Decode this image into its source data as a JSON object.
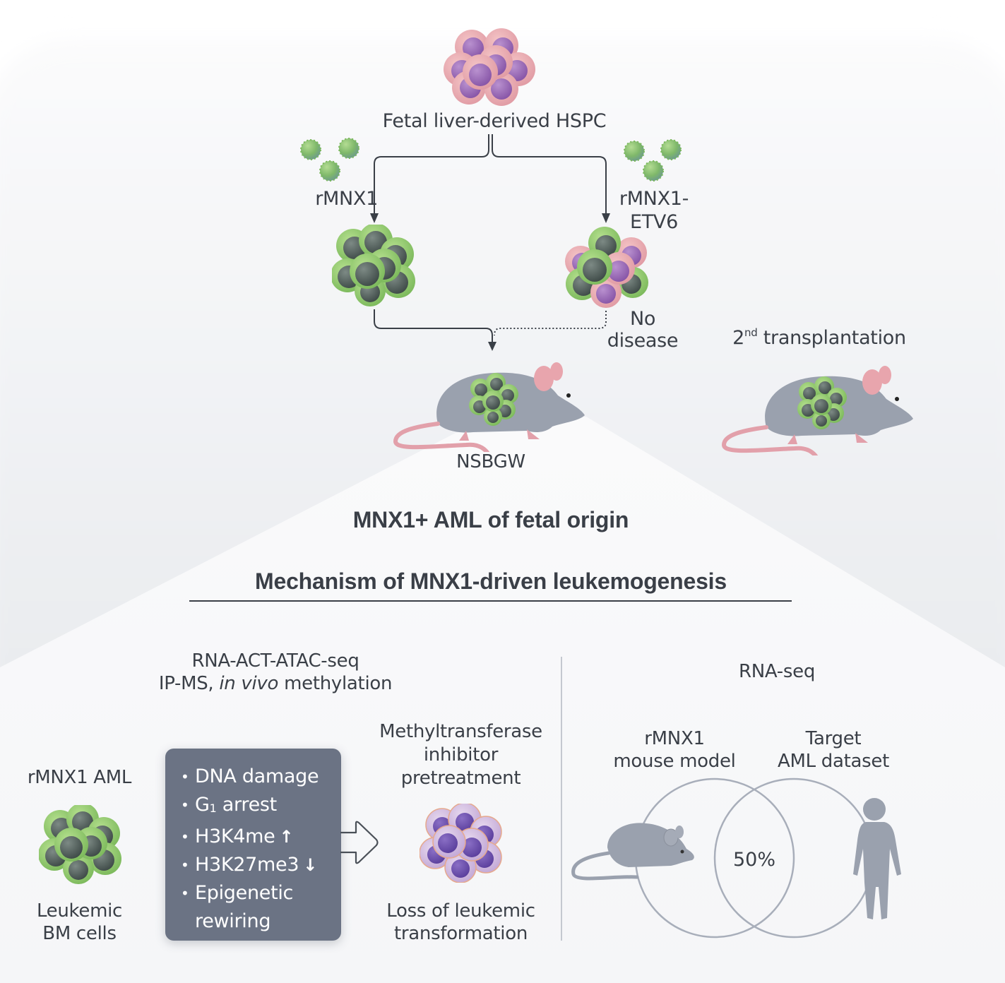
{
  "top": {
    "source_label": "Fetal liver-derived  HSPC",
    "left_vector_label": "rMNX1",
    "right_vector_label_line1": "rMNX1-",
    "right_vector_label_line2": "ETV6",
    "no_disease_line1": "No",
    "no_disease_line2": "disease",
    "recipient_label": "NSBGW",
    "second_transplant_prefix": "2",
    "second_transplant_sup": "nd",
    "second_transplant_text": " transplantation"
  },
  "headline": "MNX1+ AML of fetal origin",
  "section_title": "Mechanism of MNX1-driven leukemogenesis",
  "left_panel": {
    "methods_line1": "RNA-ACT-ATAC-seq",
    "methods_line2_prefix": "IP-MS, ",
    "methods_line2_italic": "in vivo",
    "methods_line2_suffix": " methylation",
    "sample_label": "rMNX1 AML",
    "cells_label_line1": "Leukemic",
    "cells_label_line2": "BM cells",
    "effects": [
      {
        "text": "DNA damage"
      },
      {
        "text_prefix": "G",
        "text_sub": "1",
        "text_suffix": " arrest"
      },
      {
        "text": "H3K4me",
        "direction": "up",
        "arrow": "↑"
      },
      {
        "text": "H3K27me3",
        "direction": "down",
        "arrow": "↓"
      },
      {
        "text": "Epigenetic"
      },
      {
        "text": "rewiring"
      }
    ],
    "treatment_line1": "Methyltransferase",
    "treatment_line2": "inhibitor",
    "treatment_line3": "pretreatment",
    "outcome_line1": "Loss of leukemic",
    "outcome_line2": "transformation"
  },
  "right_panel": {
    "method": "RNA-seq",
    "set_a_line1": "rMNX1",
    "set_a_line2": "mouse model",
    "set_b_line1": "Target",
    "set_b_line2": "AML dataset",
    "overlap_value": "50%"
  },
  "colors": {
    "text": "#3a3f47",
    "box": "#6b7384",
    "cell_green": "#8cc96a",
    "cell_pink": "#e8a5ad",
    "cell_purple": "#9a6bb5",
    "mouse_gray": "#9aa1ae",
    "tail_pink": "#e2a0aa",
    "venn_stroke": "#a8aeba"
  }
}
